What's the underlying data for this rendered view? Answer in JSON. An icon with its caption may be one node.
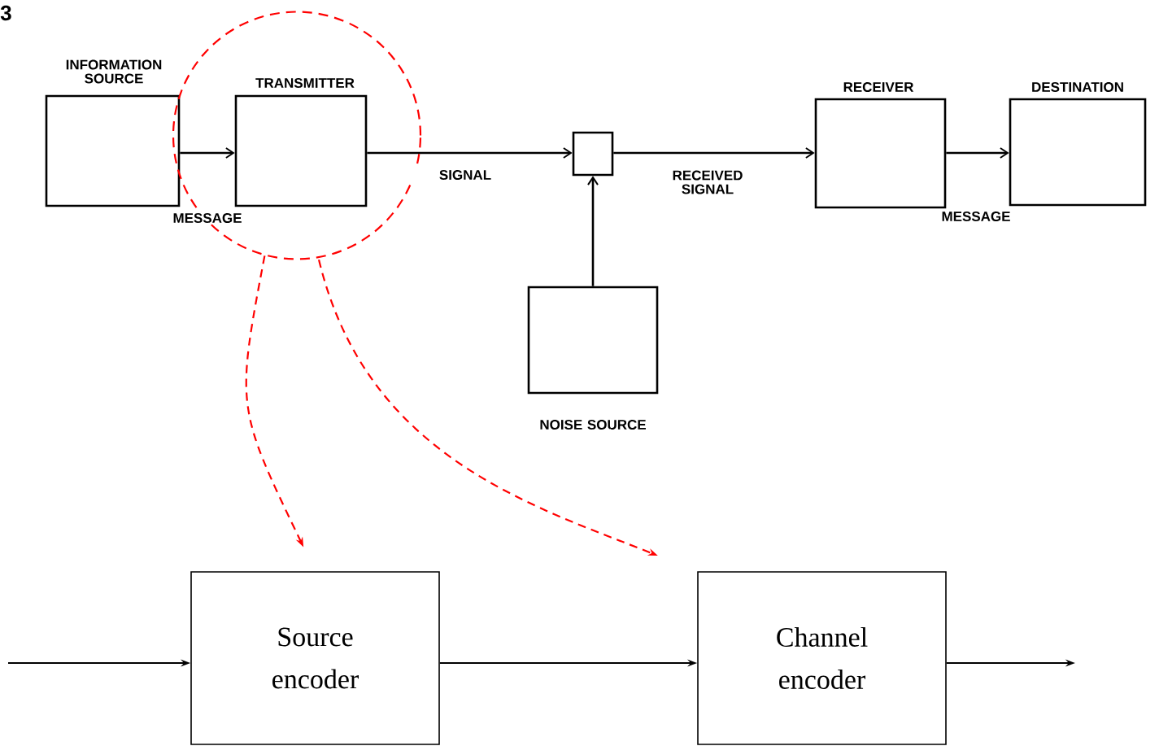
{
  "diagram": {
    "nodes": [
      {
        "text": [
          "INFORMATION SOURCE"
        ]
      },
      {
        "text": [],
        "shape": "circle"
      },
      {
        "text": [
          "TRANSMITTER"
        ],
        "in": 1
      },
      {
        "text": [],
        "shape": "box"
      },
      {
        "text": [
          "RECEIVER"
        ]
      },
      {
        "text": [
          "DESTINATION"
        ]
      },
      {
        "text": [
          "NOISE SOURCE"
        ]
      },
      {
        "text": [
          "Source encoder"
        ]
      },
      {
        "text": [
          "Channel encoder"
        ]
      }
    ],
    "edges": [
      {
        "from": 0,
        "to": 2,
        "arrow": "to",
        "label": "MESSAGE"
      },
      {
        "from": 2,
        "to": 3,
        "arrow": "to",
        "label": "SIGNAL"
      },
      {
        "from": 6,
        "to": 3,
        "arrow": "to"
      },
      {
        "from": 3,
        "to": 4,
        "arrow": "to",
        "label": "RECEIVED SIGNAL"
      },
      {
        "from": 4,
        "to": 5,
        "arrow": "to",
        "label": "MESSAGE"
      },
      {
        "from": 1,
        "to": 7,
        "arrow": "to",
        "style": "dashed",
        "color": "#ff0000"
      },
      {
        "from": 1,
        "to": 8,
        "arrow": "to",
        "style": "dashed",
        "color": "#ff0000"
      },
      {
        "from": null,
        "to": 7,
        "arrow": "to"
      },
      {
        "from": 7,
        "to": 8,
        "arrow": "to"
      },
      {
        "from": 8,
        "to": null,
        "arrow": "to"
      }
    ],
    "labels": [
      "3"
    ]
  }
}
